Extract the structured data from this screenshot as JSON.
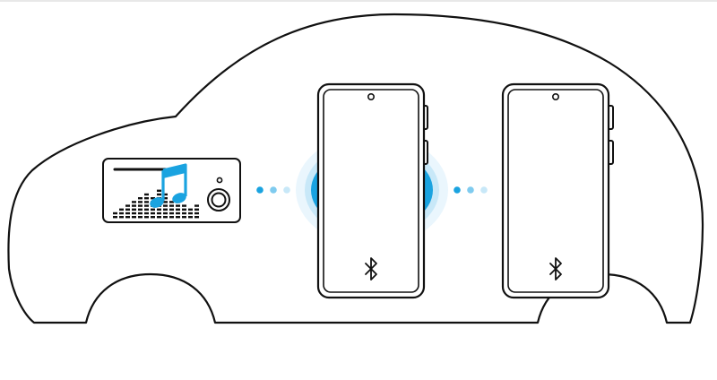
{
  "colors": {
    "outline": "#111111",
    "accent": "#1aa3e0",
    "accent_mid": "#7fcbef",
    "accent_light": "#c8e8f8",
    "background": "#ffffff",
    "top_border": "#d0d0d0"
  },
  "icons": {
    "car": "car-outline-icon",
    "radio": "car-stereo-icon",
    "music": "music-note-icon",
    "phone": "smartphone-icon",
    "bluetooth": "bluetooth-icon",
    "signal": "wireless-signal-icon"
  },
  "devices": [
    {
      "kind": "phone",
      "status": "broadcasting"
    },
    {
      "kind": "phone",
      "status": "receiving"
    }
  ]
}
